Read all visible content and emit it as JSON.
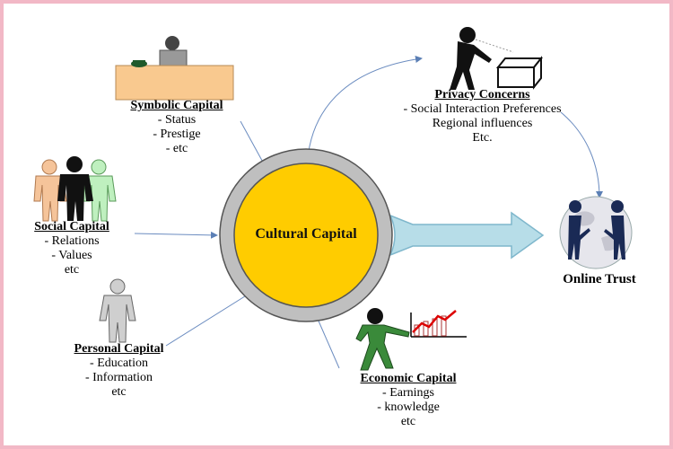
{
  "center": {
    "label": "Cultural Capital"
  },
  "trust": {
    "label": "Online Trust"
  },
  "symbolic": {
    "title": "Symbolic Capital",
    "items": [
      "- Status",
      "- Prestige",
      "- etc"
    ]
  },
  "social": {
    "title": "Social Capital",
    "items": [
      "- Relations",
      "- Values",
      "etc"
    ]
  },
  "personal": {
    "title": "Personal Capita",
    "title_tail": "l",
    "items": [
      "- Education",
      "- Information",
      "etc"
    ]
  },
  "economic": {
    "title": "Economic Capital",
    "items": [
      "- Earnings",
      "- knowledge",
      "etc"
    ]
  },
  "privacy": {
    "title": "Privacy Concerns",
    "items": [
      "- Social Interaction Preferences",
      "Regional influences",
      "Etc."
    ]
  },
  "colors": {
    "center_fill": "#ffcc00",
    "ring": "#bfbfbf",
    "arrow": "#5b7fb5",
    "big_arrow_fill": "#b7dde8",
    "person_green": "#3a8a3a",
    "frame": "#f2b8c6"
  }
}
